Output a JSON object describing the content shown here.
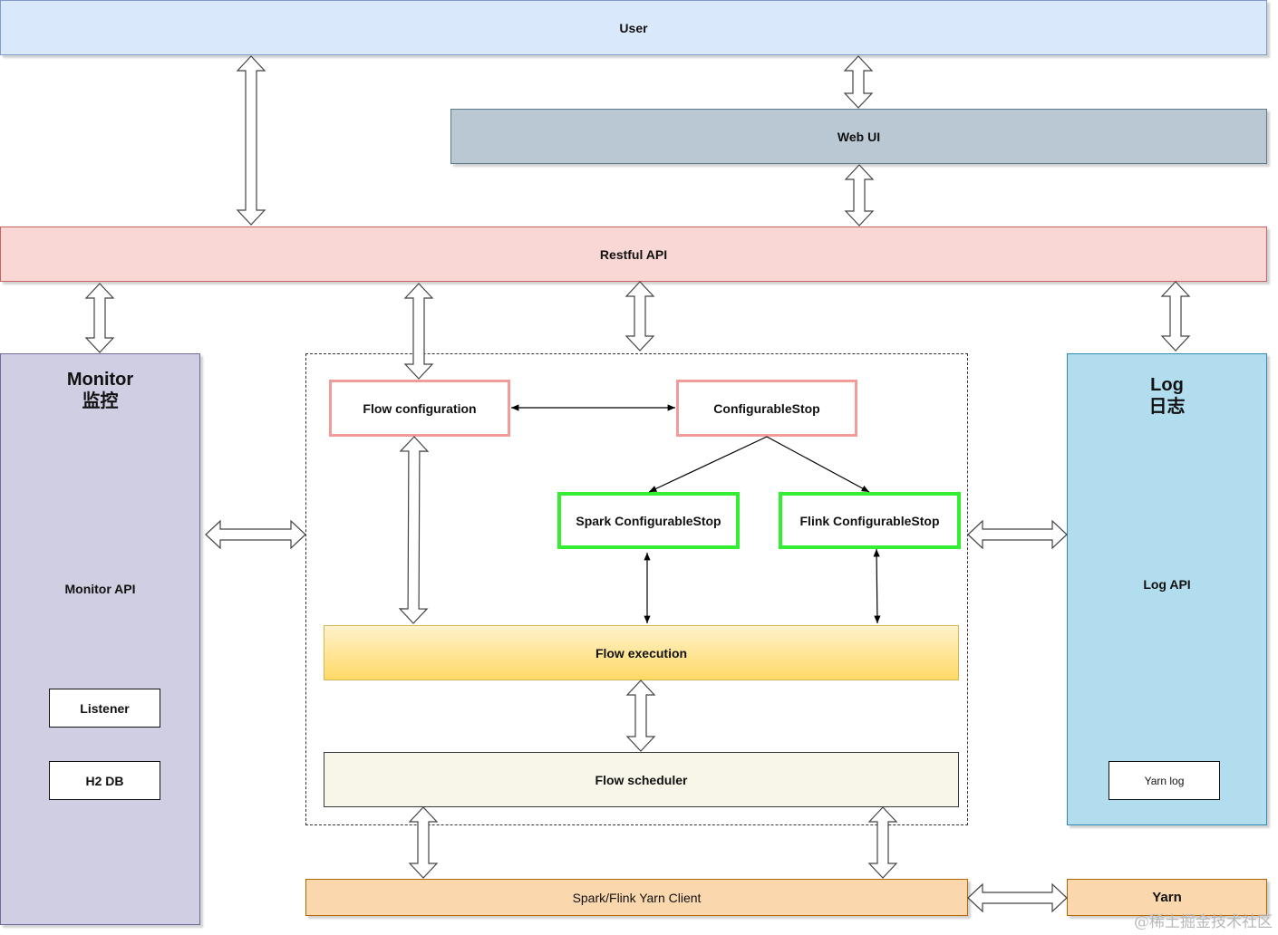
{
  "nodes": {
    "user": "User",
    "web_ui": "Web UI",
    "restful_api": "Restful API",
    "monitor": {
      "title": "Monitor",
      "title_cn": "监控",
      "api": "Monitor API",
      "listener": "Listener",
      "db": "H2 DB"
    },
    "log": {
      "title": "Log",
      "title_cn": "日志",
      "api": "Log API",
      "yarn_log": "Yarn log"
    },
    "flow_configuration": "Flow configuration",
    "configurable_stop": "ConfigurableStop",
    "spark_configurable_stop": "Spark ConfigurableStop",
    "flink_configurable_stop": "Flink ConfigurableStop",
    "flow_execution": "Flow execution",
    "flow_scheduler": "Flow scheduler",
    "yarn_client": "Spark/Flink Yarn Client",
    "yarn": "Yarn"
  },
  "watermark": "@稀土掘金技术社区",
  "colors": {
    "user_fill": "#dae8fc",
    "web_ui_fill": "#bac8d3",
    "restful_fill": "#f9d7d5",
    "monitor_fill": "#d0cee2",
    "log_fill": "#b1ddef",
    "pink_border": "#f19c99",
    "green_border": "#33ee33",
    "execution_fill": "#ffd966",
    "yarn_fill": "#fad7ac"
  }
}
